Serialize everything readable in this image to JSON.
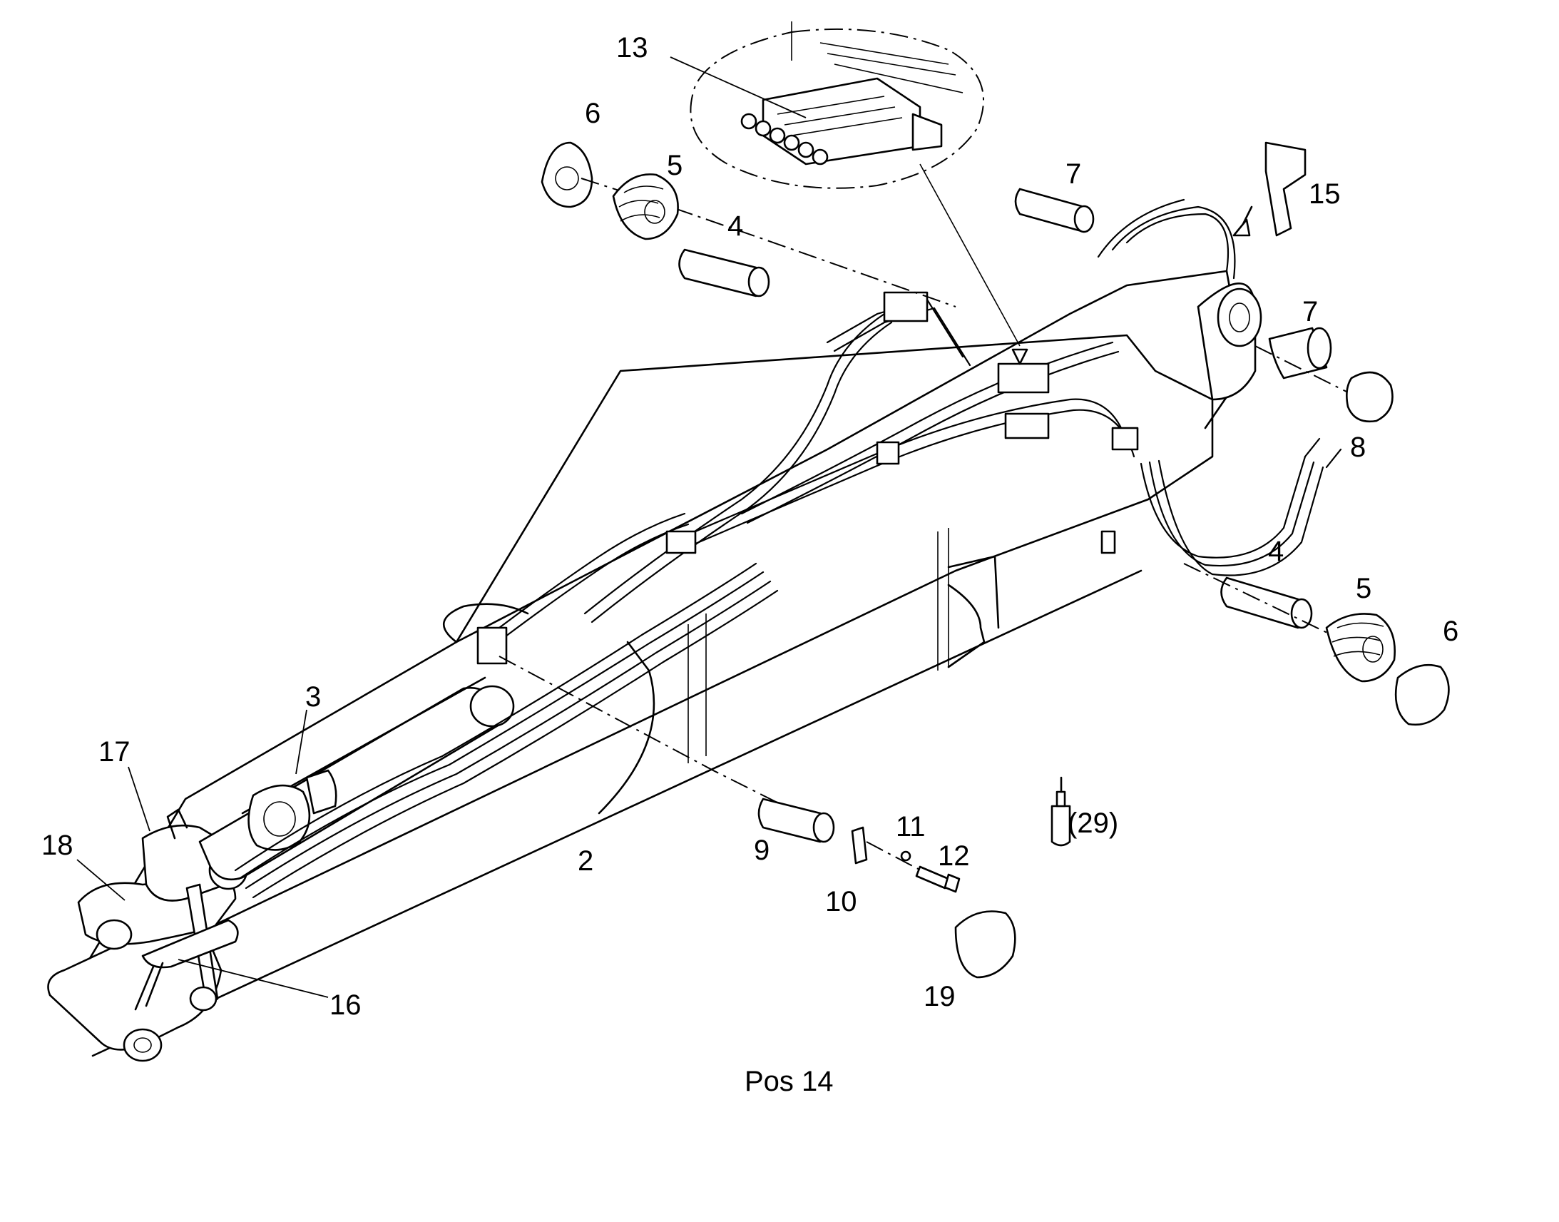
{
  "callouts": {
    "c13": "13",
    "c6_top": "6",
    "c5_top": "5",
    "c4_top": "4",
    "c7_top": "7",
    "c15": "15",
    "c7_right": "7",
    "c8": "8",
    "c4_right": "4",
    "c5_right": "5",
    "c6_right": "6",
    "c3": "3",
    "c17": "17",
    "c18": "18",
    "c16": "16",
    "c2": "2",
    "c9": "9",
    "c10": "10",
    "c11": "11",
    "c12": "12",
    "c29": "(29)",
    "c19": "19"
  },
  "caption": "Pos 14"
}
